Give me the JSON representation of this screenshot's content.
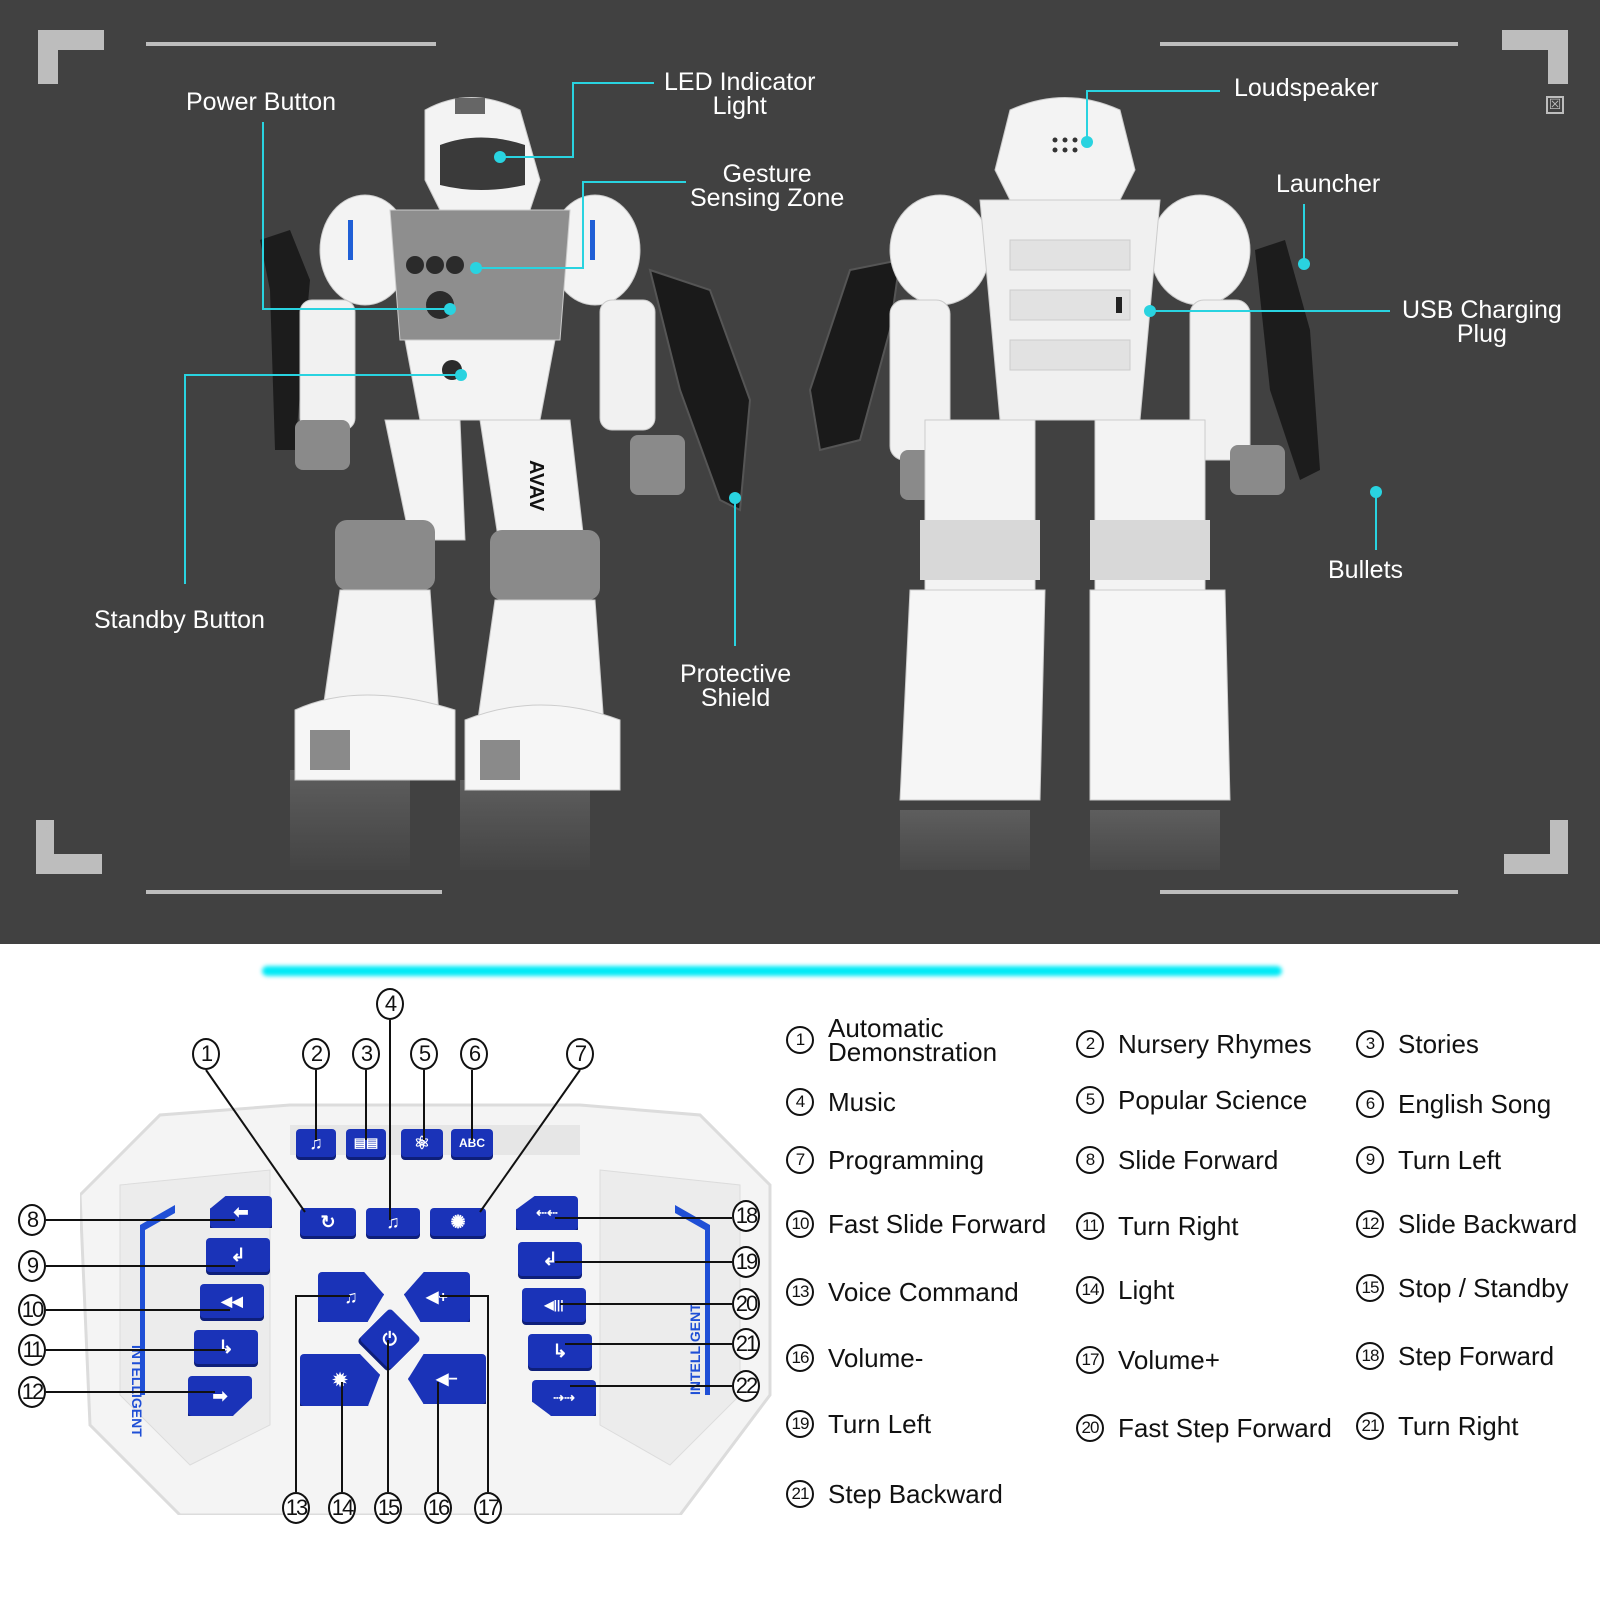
{
  "robot_view": {
    "background_color": "#414141",
    "accent_color": "#29d3e0",
    "front_labels": {
      "power_button": "Power Button",
      "led_indicator_light": "LED Indicator\nLight",
      "gesture_sensing_zone": "Gesture\nSensing Zone",
      "standby_button": "Standby Button",
      "protective_shield": "Protective\nShield"
    },
    "back_labels": {
      "loudspeaker": "Loudspeaker",
      "launcher": "Launcher",
      "usb_charging_plug": "USB Charging\nPlug",
      "bullets": "Bullets"
    },
    "decor": {
      "close_icon_glyph": "☒"
    }
  },
  "remote": {
    "button_color": "#1a33b8",
    "top_buttons": [
      {
        "num": "2",
        "icon": "music-note-icon",
        "glyph": "♫"
      },
      {
        "num": "3",
        "icon": "book-icon",
        "glyph": "▤▤"
      },
      {
        "num": "5",
        "icon": "atom-icon",
        "glyph": "⚛"
      },
      {
        "num": "6",
        "icon": "abc-icon",
        "glyph": "ABC"
      }
    ],
    "middle_buttons": [
      {
        "num": "1",
        "icon": "demo-icon",
        "glyph": "↻"
      },
      {
        "num": "4",
        "icon": "headphones-icon",
        "glyph": "♫"
      },
      {
        "num": "7",
        "icon": "dance-icon",
        "glyph": "✺"
      }
    ],
    "left_buttons": [
      {
        "num": "8",
        "icon": "arrow-left-icon",
        "glyph": "⬅"
      },
      {
        "num": "9",
        "icon": "turn-left-icon",
        "glyph": "↲"
      },
      {
        "num": "10",
        "icon": "fast-rewind-icon",
        "glyph": "◀◀"
      },
      {
        "num": "11",
        "icon": "turn-right-icon",
        "glyph": "↳"
      },
      {
        "num": "12",
        "icon": "arrow-right-icon",
        "glyph": "➡"
      }
    ],
    "right_buttons": [
      {
        "num": "18",
        "icon": "step-forward-icon",
        "glyph": "⇠⇠"
      },
      {
        "num": "19",
        "icon": "step-turn-left-icon",
        "glyph": "↲"
      },
      {
        "num": "20",
        "icon": "fast-step-icon",
        "glyph": "◀|||"
      },
      {
        "num": "21",
        "icon": "step-turn-right-icon",
        "glyph": "↳"
      },
      {
        "num": "22",
        "icon": "step-backward-icon",
        "glyph": "⇢⇢"
      }
    ],
    "center_buttons": [
      {
        "num": "13",
        "icon": "voice-music-icon",
        "glyph": "♫"
      },
      {
        "num": "14",
        "icon": "light-bulb-icon",
        "glyph": "✹"
      },
      {
        "num": "15",
        "icon": "power-icon",
        "glyph": "⏻"
      },
      {
        "num": "16",
        "icon": "volume-down-icon",
        "glyph": "◀−"
      },
      {
        "num": "17",
        "icon": "volume-up-icon",
        "glyph": "◀+"
      }
    ],
    "side_text": "INTELLIGENT"
  },
  "legend": [
    {
      "num": "1",
      "label": "Automatic\nDemonstration"
    },
    {
      "num": "2",
      "label": "Nursery Rhymes"
    },
    {
      "num": "3",
      "label": "Stories"
    },
    {
      "num": "4",
      "label": "Music"
    },
    {
      "num": "5",
      "label": "Popular Science"
    },
    {
      "num": "6",
      "label": "English Song"
    },
    {
      "num": "7",
      "label": "Programming"
    },
    {
      "num": "8",
      "label": "Slide Forward"
    },
    {
      "num": "9",
      "label": "Turn Left"
    },
    {
      "num": "10",
      "label": "Fast Slide Forward"
    },
    {
      "num": "11",
      "label": "Turn Right"
    },
    {
      "num": "12",
      "label": "Slide Backward"
    },
    {
      "num": "13",
      "label": "Voice Command"
    },
    {
      "num": "14",
      "label": "Light"
    },
    {
      "num": "15",
      "label": "Stop / Standby"
    },
    {
      "num": "16",
      "label": "Volume-"
    },
    {
      "num": "17",
      "label": "Volume+"
    },
    {
      "num": "18",
      "label": "Step Forward"
    },
    {
      "num": "19",
      "label": "Turn Left"
    },
    {
      "num": "20",
      "label": "Fast Step Forward"
    },
    {
      "num": "21",
      "label": "Turn Right"
    },
    {
      "num": "21",
      "label": "Step Backward"
    }
  ]
}
